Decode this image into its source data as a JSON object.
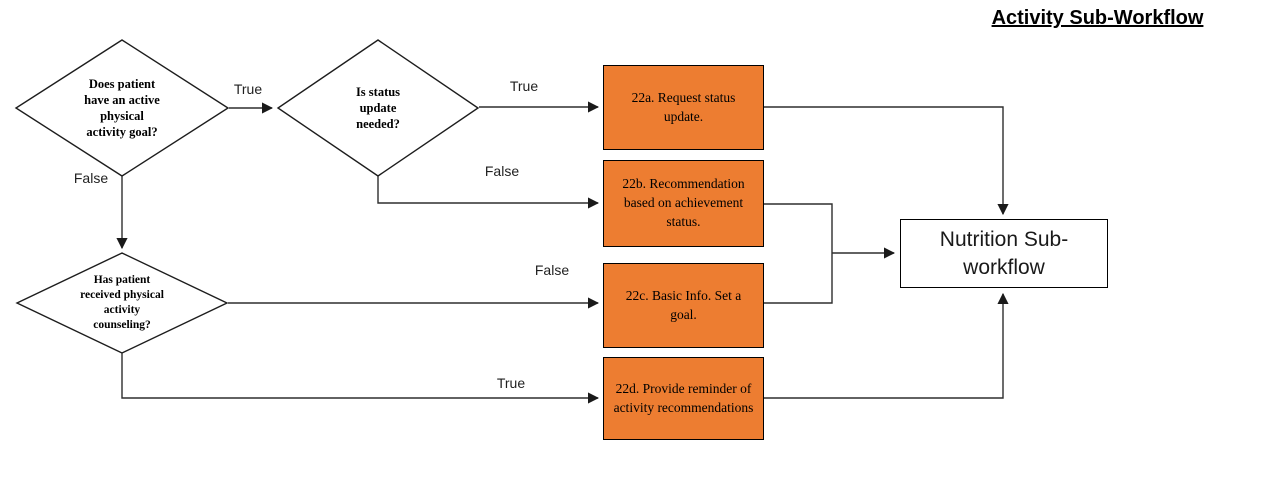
{
  "title": "Activity Sub-Workflow",
  "colors": {
    "process_fill": "#ED7D31",
    "process_border": "#000000",
    "line": "#2e2e2e"
  },
  "decisions": {
    "active_goal": {
      "label": "Does patient\nhave an active\nphysical\nactivity goal?"
    },
    "status_update": {
      "label": "Is status\nupdate\nneeded?"
    },
    "received_counseling": {
      "label": "Has patient\nreceived physical\nactivity\ncounseling?"
    }
  },
  "processes": {
    "a": {
      "label": "22a. Request status update."
    },
    "b": {
      "label": "22b. Recommendation based on achievement status."
    },
    "c": {
      "label": "22c. Basic Info. Set a goal."
    },
    "d": {
      "label": "22d. Provide reminder of activity recommendations"
    }
  },
  "terminal": {
    "label": "Nutrition Sub-workflow"
  },
  "edge_labels": {
    "goal_true": "True",
    "goal_false": "False",
    "status_true": "True",
    "status_false": "False",
    "counseling_false": "False",
    "counseling_true": "True"
  }
}
